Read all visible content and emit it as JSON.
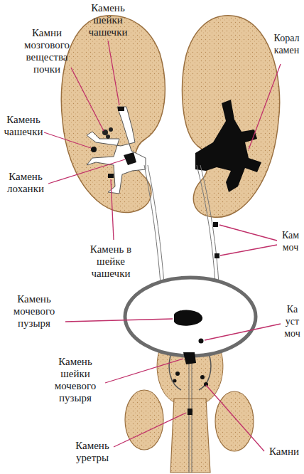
{
  "diagram": {
    "labels": [
      "Камень шейки чашечки",
      "Камни мозгового вещества почки",
      "Корал камен",
      "Камень чашечки",
      "Камень лоханки",
      "Камень в шейке чашечки",
      "Кам моч",
      "Камень мочевого пузыря",
      "Ка уст моч",
      "Камень шейки мочевого пузыря",
      "Камень уретры",
      "Камни"
    ]
  }
}
